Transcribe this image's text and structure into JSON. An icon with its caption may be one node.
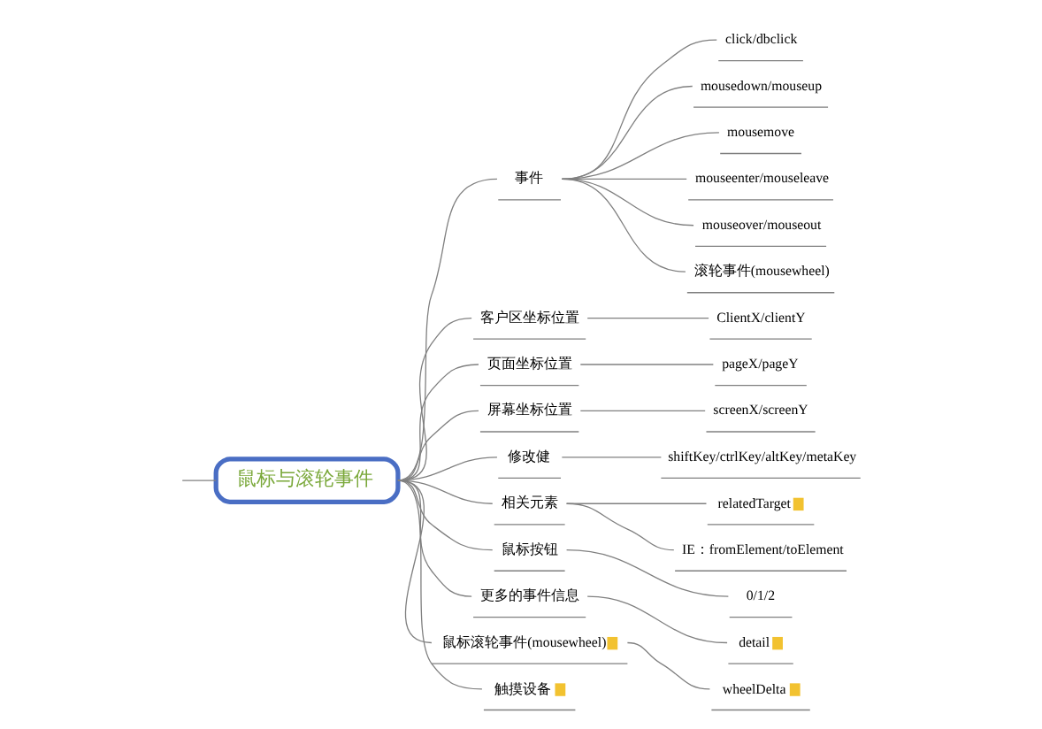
{
  "diagram": {
    "nodes": [
      {
        "text": [
          "鼠标与滚轮事件"
        ]
      },
      {
        "text": [
          "事件"
        ]
      },
      {
        "text": [
          "click/dbclick"
        ]
      },
      {
        "text": [
          "mousedown/mouseup"
        ]
      },
      {
        "text": [
          "mousemove"
        ]
      },
      {
        "text": [
          "mouseenter/mouseleave"
        ]
      },
      {
        "text": [
          "mouseover/mouseout"
        ]
      },
      {
        "text": [
          "滚轮事件(mousewheel)"
        ]
      },
      {
        "text": [
          "客户区坐标位置"
        ]
      },
      {
        "text": [
          "ClientX/clientY"
        ]
      },
      {
        "text": [
          "页面坐标位置"
        ]
      },
      {
        "text": [
          "pageX/pageY"
        ]
      },
      {
        "text": [
          "屏幕坐标位置"
        ]
      },
      {
        "text": [
          "screenX/screenY"
        ]
      },
      {
        "text": [
          "修改健"
        ]
      },
      {
        "text": [
          "shiftKey/ctrlKey/altKey/metaKey"
        ]
      },
      {
        "text": [
          "相关元素"
        ]
      },
      {
        "text": [
          "relatedTarget"
        ]
      },
      {
        "text": [
          "IE：fromElement/toElement"
        ]
      },
      {
        "text": [
          "鼠标按钮"
        ]
      },
      {
        "text": [
          "0/1/2"
        ]
      },
      {
        "text": [
          "更多的事件信息"
        ]
      },
      {
        "text": [
          "detail"
        ]
      },
      {
        "text": [
          "鼠标滚轮事件(mousewheel)"
        ]
      },
      {
        "text": [
          "wheelDelta"
        ]
      },
      {
        "text": [
          "触摸设备"
        ]
      }
    ],
    "edges": [
      {
        "from": null,
        "to": 0,
        "arrow": "none"
      },
      {
        "from": 0,
        "to": 1,
        "arrow": "none"
      },
      {
        "from": 1,
        "to": 2,
        "arrow": "none"
      },
      {
        "from": 1,
        "to": 3,
        "arrow": "none"
      },
      {
        "from": 1,
        "to": 4,
        "arrow": "none"
      },
      {
        "from": 1,
        "to": 5,
        "arrow": "none"
      },
      {
        "from": 1,
        "to": 6,
        "arrow": "none"
      },
      {
        "from": 1,
        "to": 7,
        "arrow": "none"
      },
      {
        "from": 0,
        "to": 8,
        "arrow": "none"
      },
      {
        "from": 8,
        "to": 9,
        "arrow": "none"
      },
      {
        "from": 0,
        "to": 10,
        "arrow": "none"
      },
      {
        "from": 10,
        "to": 11,
        "arrow": "none"
      },
      {
        "from": 0,
        "to": 12,
        "arrow": "none"
      },
      {
        "from": 12,
        "to": 13,
        "arrow": "none"
      },
      {
        "from": 0,
        "to": 14,
        "arrow": "none"
      },
      {
        "from": 14,
        "to": 15,
        "arrow": "none"
      },
      {
        "from": 0,
        "to": 16,
        "arrow": "none"
      },
      {
        "from": 16,
        "to": 17,
        "arrow": "none"
      },
      {
        "from": 16,
        "to": 18,
        "arrow": "none"
      },
      {
        "from": 0,
        "to": 19,
        "arrow": "none"
      },
      {
        "from": 19,
        "to": 20,
        "arrow": "none"
      },
      {
        "from": 0,
        "to": 21,
        "arrow": "none"
      },
      {
        "from": 21,
        "to": 22,
        "arrow": "none"
      },
      {
        "from": 0,
        "to": 23,
        "arrow": "none"
      },
      {
        "from": 23,
        "to": 24,
        "arrow": "none"
      },
      {
        "from": 0,
        "to": 25,
        "arrow": "none"
      }
    ]
  }
}
